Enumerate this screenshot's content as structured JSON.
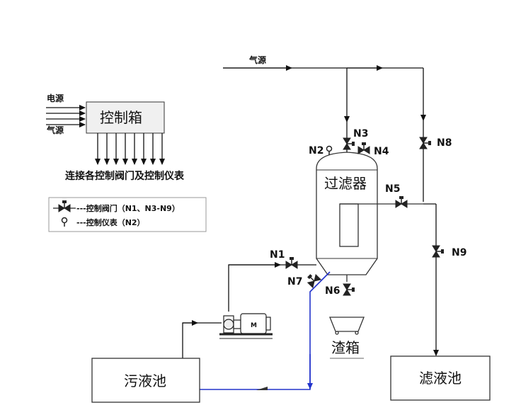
{
  "gas_source_top": "气源",
  "power_label": "电源",
  "gas_label_left": "气源",
  "control_box": "控制箱",
  "connect_text": "连接各控制阀门及控制仪表",
  "legend": {
    "valve": "---控制阀门（N1、N3-N9）",
    "meter": "---控制仪表（N2）"
  },
  "filter": "过滤器",
  "residue_box": "渣箱",
  "sewage_pool": "污液池",
  "filtrate_pool": "滤液池",
  "nodes": {
    "n1": "N1",
    "n2": "N2",
    "n3": "N3",
    "n4": "N4",
    "n5": "N5",
    "n6": "N6",
    "n7": "N7",
    "n8": "N8",
    "n9": "N9"
  },
  "pump_motor_label": "M",
  "colors": {
    "line": "#111111",
    "flow_blue": "#2233cc",
    "box_fill": "#f0f0f0"
  }
}
